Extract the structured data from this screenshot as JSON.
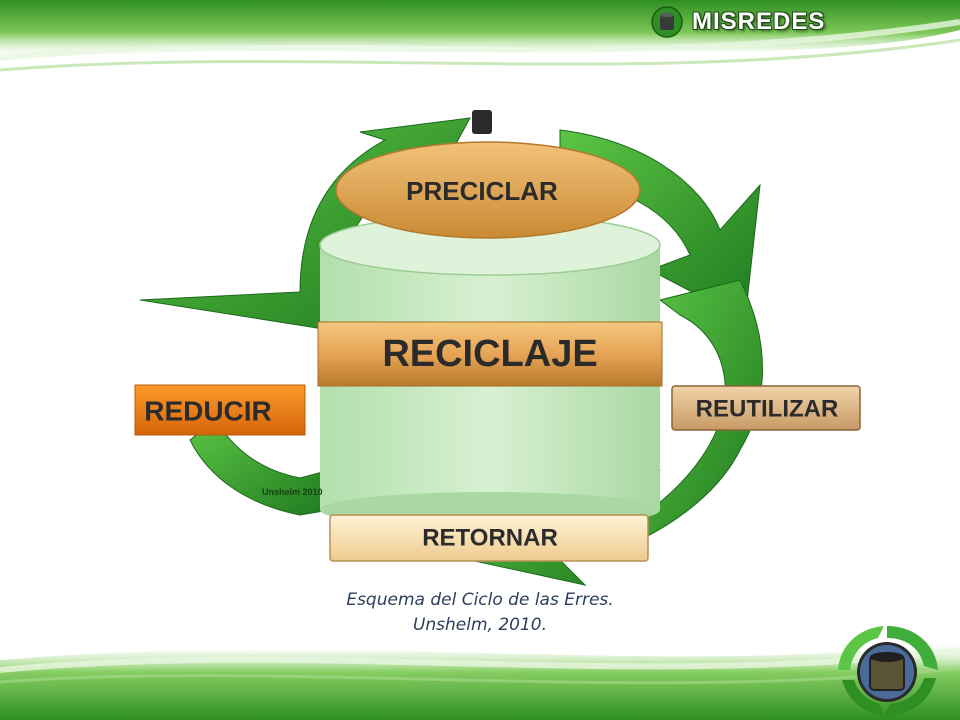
{
  "brand": {
    "name": "MISREDES",
    "logo_icon": "recycle-bin-icon"
  },
  "diagram": {
    "top_label": "PRECICLAR",
    "center_label": "RECICLAJE",
    "left_label": "REDUCIR",
    "right_label": "REUTILIZAR",
    "bottom_label": "RETORNAR",
    "watermark": "Unshelm 2010",
    "arrow_icon": "recycle-arrows-icon"
  },
  "caption": {
    "line1": "Esquema del Ciclo de las Erres.",
    "line2": "Unshelm, 2010."
  },
  "colors": {
    "green_dark": "#1f7a1f",
    "green_light": "#49b83a",
    "orange_top": "#e0a048",
    "orange_left": "#ef7b10",
    "brown_label": "#d9b58a",
    "cream_label": "#f7e3b8",
    "cylinder": "#c5e8c0"
  }
}
